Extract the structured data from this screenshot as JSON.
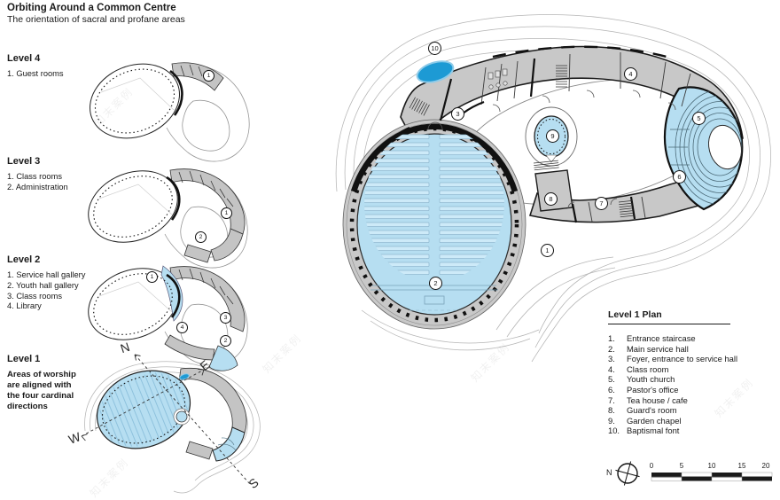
{
  "title": {
    "heading": "Orbiting Around a Common Centre",
    "subheading": "The orientation of sacral and profane areas"
  },
  "levels": [
    {
      "name": "Level 4",
      "items": [
        "1. Guest rooms"
      ],
      "callouts": [
        "1"
      ]
    },
    {
      "name": "Level 3",
      "items": [
        "1. Class rooms",
        "2. Administration"
      ],
      "callouts": [
        "1",
        "2"
      ]
    },
    {
      "name": "Level 2",
      "items": [
        "1. Service hall gallery",
        "2. Youth hall gallery",
        "3. Class rooms",
        "4. Library"
      ],
      "callouts": [
        "1",
        "2",
        "3",
        "4"
      ]
    },
    {
      "name": "Level 1",
      "note": "Areas of worship are aligned with the four cardinal directions",
      "compass": {
        "n": "N",
        "e": "E",
        "w": "W",
        "s": "S"
      }
    }
  ],
  "plan": {
    "callouts": [
      "1",
      "2",
      "3",
      "4",
      "5",
      "6",
      "7",
      "8",
      "9",
      "10"
    ]
  },
  "legend": {
    "title": "Level 1 Plan",
    "items": [
      {
        "num": "1.",
        "label": "Entrance staircase"
      },
      {
        "num": "2.",
        "label": "Main service hall"
      },
      {
        "num": "3.",
        "label": "Foyer, entrance to service hall"
      },
      {
        "num": "4.",
        "label": "Class room"
      },
      {
        "num": "5.",
        "label": "Youth church"
      },
      {
        "num": "6.",
        "label": "Pastor's office"
      },
      {
        "num": "7.",
        "label": "Tea house / cafe"
      },
      {
        "num": "8.",
        "label": "Guard's room"
      },
      {
        "num": "9.",
        "label": "Garden chapel"
      },
      {
        "num": "10.",
        "label": "Baptismal font"
      }
    ]
  },
  "scalebar": {
    "north_label": "N",
    "ticks": [
      "0",
      "5",
      "10",
      "15",
      "20"
    ]
  },
  "watermark": {
    "text": "知末案例"
  },
  "colors": {
    "plan_blue": "#b6def1",
    "band_gray": "#c8c8c8",
    "font_blue": "#1d9ad4"
  }
}
